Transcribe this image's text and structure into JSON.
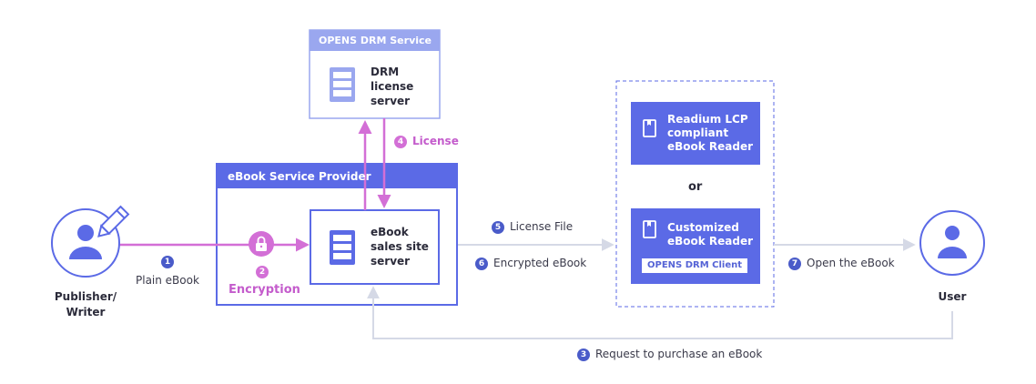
{
  "colors": {
    "accent": "#5b6ae6",
    "accent_light": "#9aa7ef",
    "pink": "#d36fd6",
    "arrow_gray": "#d5d9e6",
    "step_blue": "#4a5bc9"
  },
  "drm_service": {
    "header": "OPENS DRM Service",
    "server_label_1": "DRM",
    "server_label_2": "license",
    "server_label_3": "server",
    "icon": "server-icon"
  },
  "provider": {
    "header": "eBook Service Provider",
    "server_label_1": "eBook",
    "server_label_2": "sales site",
    "server_label_3": "server",
    "icon": "server-icon"
  },
  "publisher": {
    "label_1": "Publisher/",
    "label_2": "Writer",
    "icon": "user-pen-icon"
  },
  "user": {
    "label": "User",
    "icon": "user-icon"
  },
  "readers": {
    "reader1_line1": "Readium LCP",
    "reader1_line2": "compliant",
    "reader1_line3": "eBook Reader",
    "or_label": "or",
    "reader2_line1": "Customized",
    "reader2_line2": "eBook Reader",
    "client_tag": "OPENS DRM Client",
    "icon": "book-icon"
  },
  "steps": {
    "s1_num": "1",
    "s1_label": "Plain eBook",
    "s2_num": "2",
    "s2_label": "Encryption",
    "s3_num": "3",
    "s3_label": "Request to purchase an eBook",
    "s4_num": "4",
    "s4_label": "License",
    "s5_num": "5",
    "s5_label": "License File",
    "s6_num": "6",
    "s6_label": "Encrypted eBook",
    "s7_num": "7",
    "s7_label": "Open the eBook"
  }
}
